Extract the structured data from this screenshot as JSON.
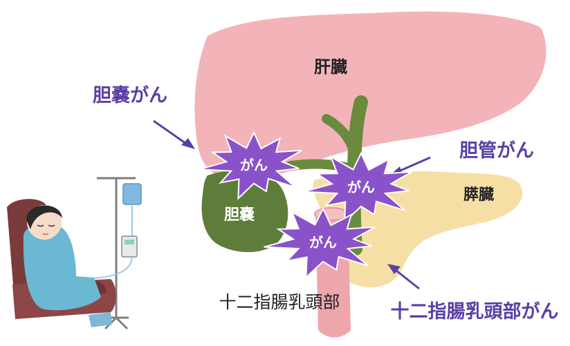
{
  "labels": {
    "liver": "肝臓",
    "gallbladder": "胆嚢",
    "pancreas": "膵臓",
    "duodenal_papilla": "十二指腸乳頭部",
    "gallbladder_cancer": "胆嚢がん",
    "bile_duct_cancer": "胆管がん",
    "papilla_cancer": "十二指腸乳頭部がん",
    "burst_gallbladder": "がん",
    "burst_bile_duct": "がん",
    "burst_papilla": "がん"
  },
  "colors": {
    "liver": "#f2b4b9",
    "gallbladder": "#5e7d3a",
    "bile_duct": "#6a8a3e",
    "pancreas": "#f6dfa5",
    "duodenum": "#eea6ad",
    "burst": "#8a52c8",
    "callout_text": "#5a3fa6",
    "organ_text": "#222222"
  }
}
